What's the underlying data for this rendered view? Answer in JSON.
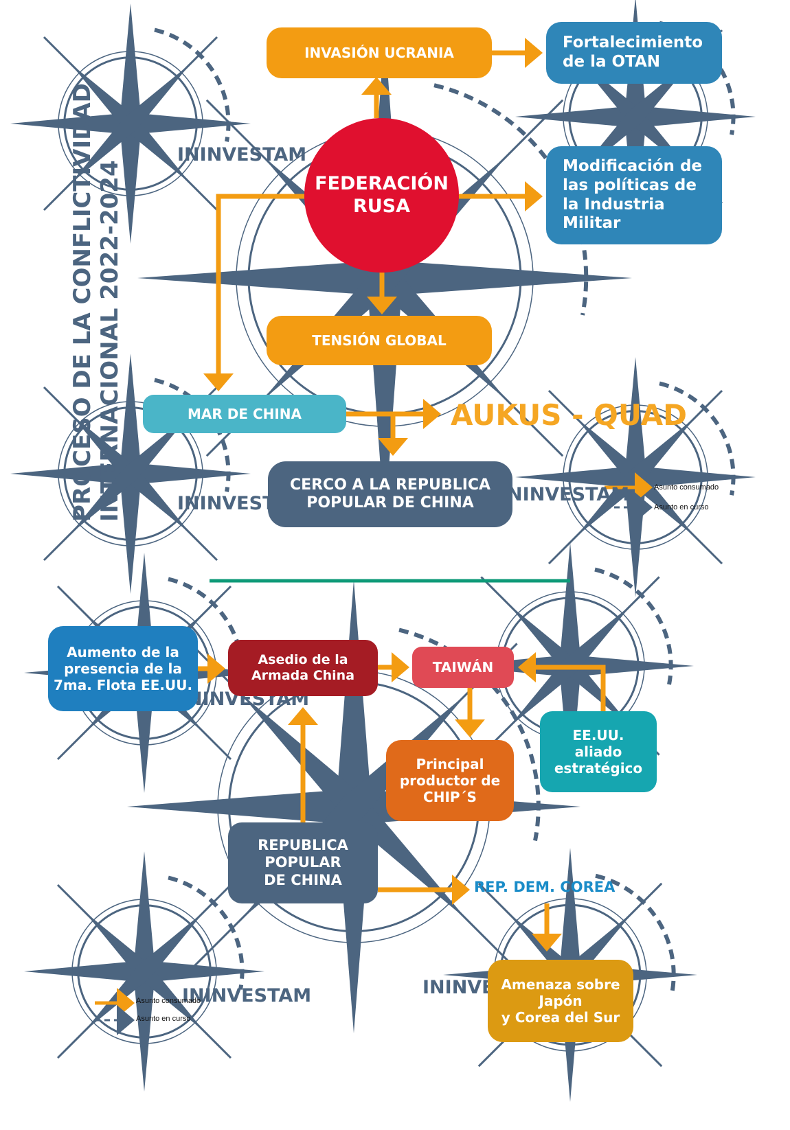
{
  "title_lines": [
    "PROCESO DE LA CONFLICTIVIDAD",
    "INTERNACIONAL 2022-2024"
  ],
  "watermark": "ININVESTAM",
  "colors": {
    "arrow": "#f39c12",
    "dark": "#4c6580",
    "divider": "#0e9a78",
    "aukus": "#f5a623",
    "korea": "#1a8cc8"
  },
  "top": {
    "invasion": "INVASIÓN UCRANIA",
    "otan": "Fortalecimiento\nde la OTAN",
    "federacion": "FEDERACIÓN\nRUSA",
    "industria": "Modificación de\nlas políticas de\nla Industria\nMilitar",
    "tension": "TENSIÓN GLOBAL",
    "mar_china": "MAR DE CHINA",
    "aukus": "AUKUS - QUAD",
    "cerco": "CERCO A LA REPUBLICA\nPOPULAR DE CHINA"
  },
  "bottom": {
    "flota": "Aumento de la\npresencia de la\n7ma. Flota EE.UU.",
    "asedio": "Asedio de la\nArmada China",
    "taiwan": "TAIWÁN",
    "eeuu": "EE.UU.\naliado\nestratégico",
    "chips": "Principal\nproductor de\nCHIP´S",
    "rpc": "REPUBLICA\nPOPULAR\nDE CHINA",
    "corea": "REP. DEM. COREA",
    "amenaza": "Amenaza sobre\nJapón\ny Corea del Sur"
  },
  "legend": {
    "consumed": "Asunto consumado",
    "ongoing": "Asunto en curso"
  },
  "icons": [
    "compass-rose-icon"
  ]
}
